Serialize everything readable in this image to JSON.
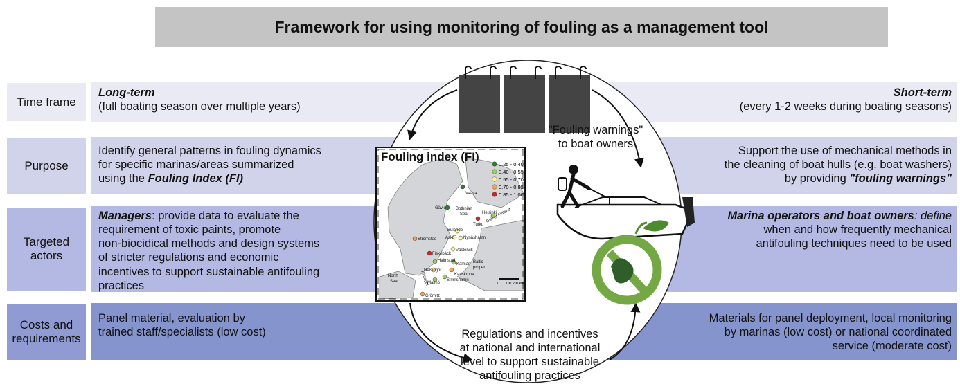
{
  "title": "Framework for using monitoring of fouling as a management tool",
  "rows": [
    {
      "label": "Time frame",
      "label_color": "#e9eaf4",
      "band_color": "#e9eaf4",
      "left_heading": "Long-term",
      "left_text": "(full boating season over multiple years)",
      "right_heading": "Short-term",
      "right_text": "(every 1-2 weeks during boating seasons)"
    },
    {
      "label": "Purpose",
      "label_color": "#d0d3ea",
      "band_color": "#d0d3ea",
      "left_text_1": "Identify general patterns in fouling dynamics",
      "left_text_2": "for specific marinas/areas summarized",
      "left_text_3a": "using the ",
      "left_text_3b": "Fouling Index (FI)",
      "right_text_1": "Support the use of mechanical methods in",
      "right_text_2": "the cleaning of boat hulls (e.g. boat washers)",
      "right_text_3a": "by providing ",
      "right_text_3b": "\"fouling warnings\""
    },
    {
      "label_1": "Targeted",
      "label_2": "actors",
      "label_color": "#b3b9e2",
      "band_color": "#b3b9e2",
      "left_heading": "Managers",
      "left_text_1": ": provide data to evaluate the",
      "left_text_2": "requirement of toxic paints, promote",
      "left_text_3": "non-biocidical methods and design systems",
      "left_text_4": "of stricter regulations and economic",
      "left_text_5": "incentives to support sustainable antifouling",
      "left_text_6": "practices",
      "right_heading": "Marina operators and boat owners",
      "right_text_1a": ": define",
      "right_text_2": "when and how frequently mechanical",
      "right_text_3": "antifouling techniques need to be used"
    },
    {
      "label_1": "Costs and",
      "label_2": "requirements",
      "label_color": "#8f9bd2",
      "band_color": "#8594cc",
      "left_text_1": "Panel material, evaluation by",
      "left_text_2": "trained staff/specialists (low cost)",
      "right_text_1": "Materials for panel deployment, local monitoring",
      "right_text_2": "by marinas (low cost) or national coordinated",
      "right_text_3": "service (moderate cost)"
    }
  ],
  "center": {
    "fouling_warnings_1": "\"Fouling warnings\"",
    "fouling_warnings_2": "to boat owners",
    "regulations_1": "Regulations and incentives",
    "regulations_2": "at national and international",
    "regulations_3": "level to support sustainable",
    "regulations_4": "antifouling practices"
  },
  "map": {
    "title": "Fouling index (FI)",
    "legend": [
      {
        "label": "0.25 - 0.40",
        "color": "#2e7d32"
      },
      {
        "label": "0.40 - 0.55",
        "color": "#9ccc65"
      },
      {
        "label": "0.55 - 0.70",
        "color": "#fff59d"
      },
      {
        "label": "0.70 - 0.85",
        "color": "#f0a25a"
      },
      {
        "label": "0.85 - 1.00",
        "color": "#c62828"
      }
    ],
    "places": {
      "vaasa": "Vaasa",
      "bothnian": "Bothnian",
      "sea": "Sea",
      "gavle": "Gävle",
      "helsinki": "Helsinki",
      "turku": "Turku",
      "gulf": "Gulf of Finland",
      "bulando": "Bulandö",
      "asko": "Askö",
      "nynashamn": "Nynäshamn",
      "stromstad": "Strömstad",
      "vastervik": "Västervik",
      "fiskeback": "Fiskebäck",
      "kattegat": "Kattegat",
      "halmstad": "Halmstad",
      "kalmar": "Kalmar",
      "baltic": "Baltic",
      "proper": "proper",
      "helsingor": "Helsingör",
      "karlskrona": "Karlskrona",
      "simrishamn": "Simrishamn",
      "north": "North",
      "nsea": "Sea",
      "malmo": "Malmö",
      "gromitz": "Grömitz",
      "scale_0": "0",
      "scale_100": "100",
      "scale_200": "200 km"
    }
  }
}
